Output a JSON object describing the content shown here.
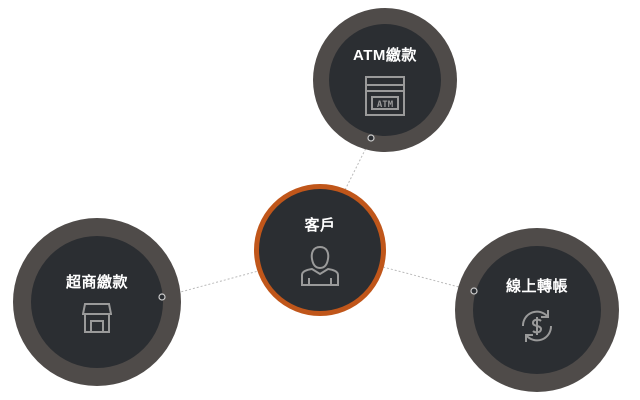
{
  "center": {
    "label": "客戶",
    "icon": "user-icon"
  },
  "nodes": [
    {
      "label": "ATM繳款",
      "icon": "atm-icon",
      "icon_text": "ATM"
    },
    {
      "label": "超商繳款",
      "icon": "store-icon"
    },
    {
      "label": "線上轉帳",
      "icon": "transfer-dollar-icon"
    }
  ],
  "colors": {
    "accent": "#c0561a",
    "ring": "#4f4b49",
    "fill": "#2b2e32",
    "icon": "#9a9a9a"
  }
}
